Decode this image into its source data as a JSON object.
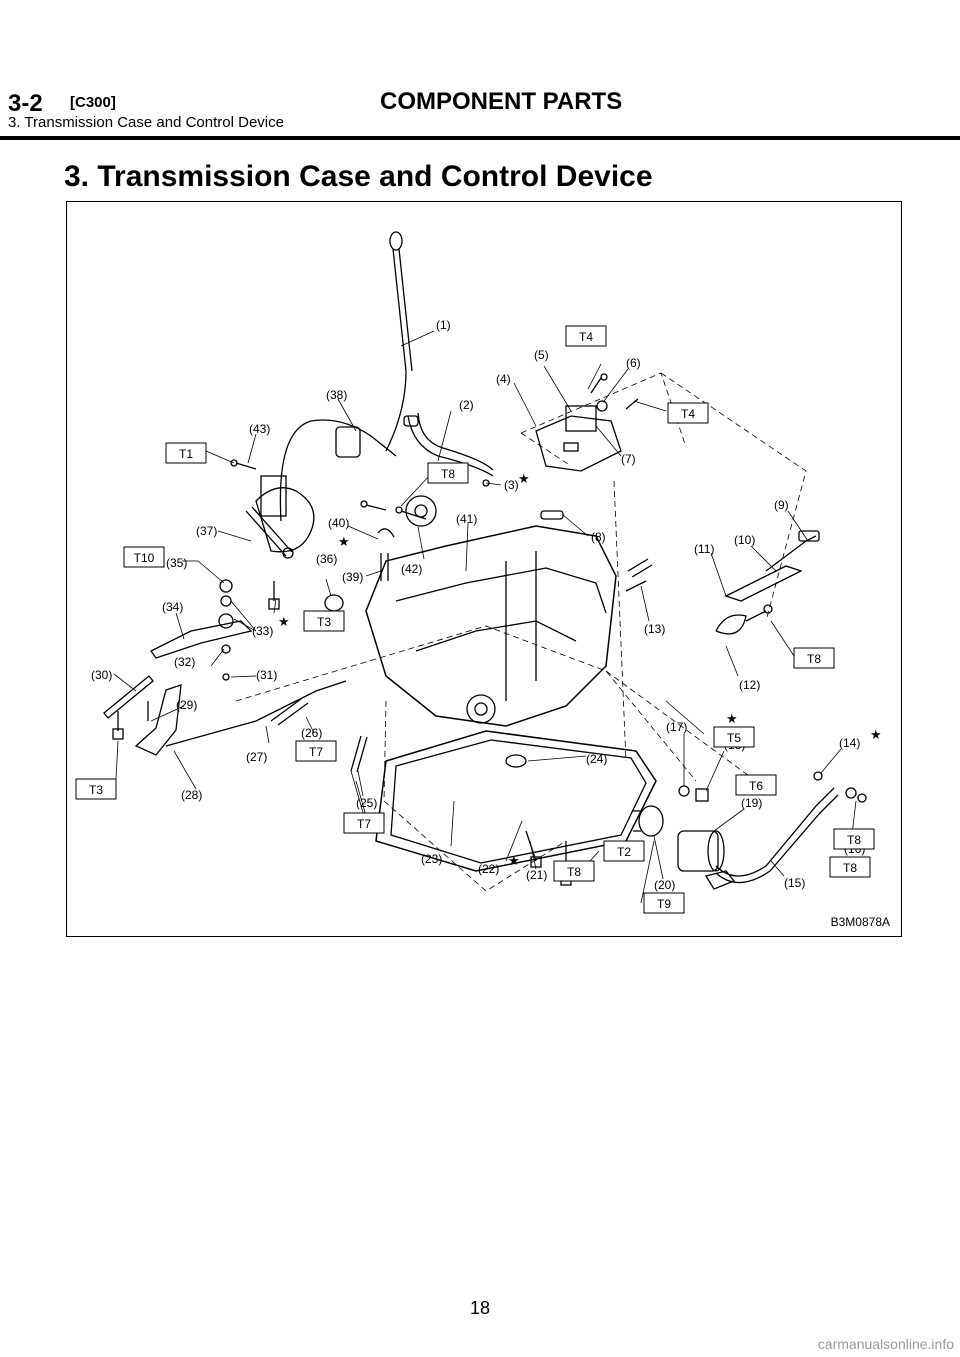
{
  "header": {
    "section_number": "3-2",
    "section_code": "[C300]",
    "title": "COMPONENT PARTS",
    "subtitle": "3. Transmission Case and Control Device"
  },
  "section_title": "3. Transmission Case and Control Device",
  "figure": {
    "code": "B3M0878A",
    "part_labels": [
      "(1)",
      "(2)",
      "(3)",
      "(4)",
      "(5)",
      "(6)",
      "(7)",
      "(8)",
      "(9)",
      "(10)",
      "(11)",
      "(12)",
      "(13)",
      "(14)",
      "(15)",
      "(16)",
      "(17)",
      "(18)",
      "(19)",
      "(20)",
      "(21)",
      "(22)",
      "(23)",
      "(24)",
      "(25)",
      "(26)",
      "(27)",
      "(28)",
      "(29)",
      "(30)",
      "(31)",
      "(32)",
      "(33)",
      "(34)",
      "(35)",
      "(36)",
      "(37)",
      "(38)",
      "(39)",
      "(40)",
      "(41)",
      "(42)",
      "(43)"
    ],
    "torque_labels": [
      "T1",
      "T2",
      "T3",
      "T3",
      "T4",
      "T4",
      "T5",
      "T6",
      "T7",
      "T7",
      "T8",
      "T8",
      "T8",
      "T8",
      "T8",
      "T9",
      "T10"
    ]
  },
  "page_number": "18",
  "watermark": "carmanualsonline.info"
}
